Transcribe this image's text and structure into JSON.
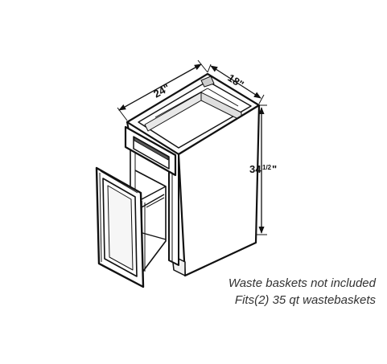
{
  "diagram": {
    "dimensions": {
      "width": "24\"",
      "depth": "18\"",
      "height_whole": "34",
      "height_fraction": "1/2",
      "height_inch_mark": "\""
    },
    "notes": [
      "Waste baskets not included",
      "Fits(2) 35 qt wastebaskets"
    ]
  }
}
